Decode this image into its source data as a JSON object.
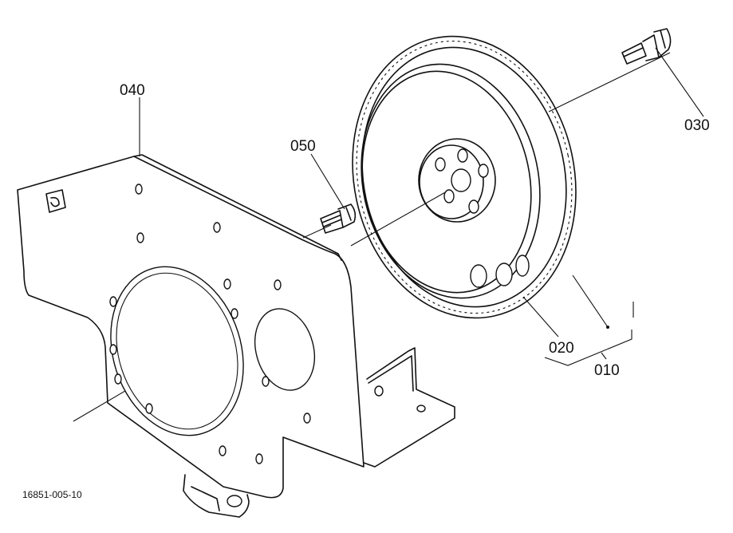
{
  "parts": [
    {
      "id": "p010",
      "label": "010"
    },
    {
      "id": "p020",
      "label": "020"
    },
    {
      "id": "p030",
      "label": "030"
    },
    {
      "id": "p040",
      "label": "040"
    },
    {
      "id": "p050",
      "label": "050"
    }
  ],
  "figure_code": "16851-005-10",
  "colors": {
    "line": "#111111",
    "background": "#ffffff"
  }
}
